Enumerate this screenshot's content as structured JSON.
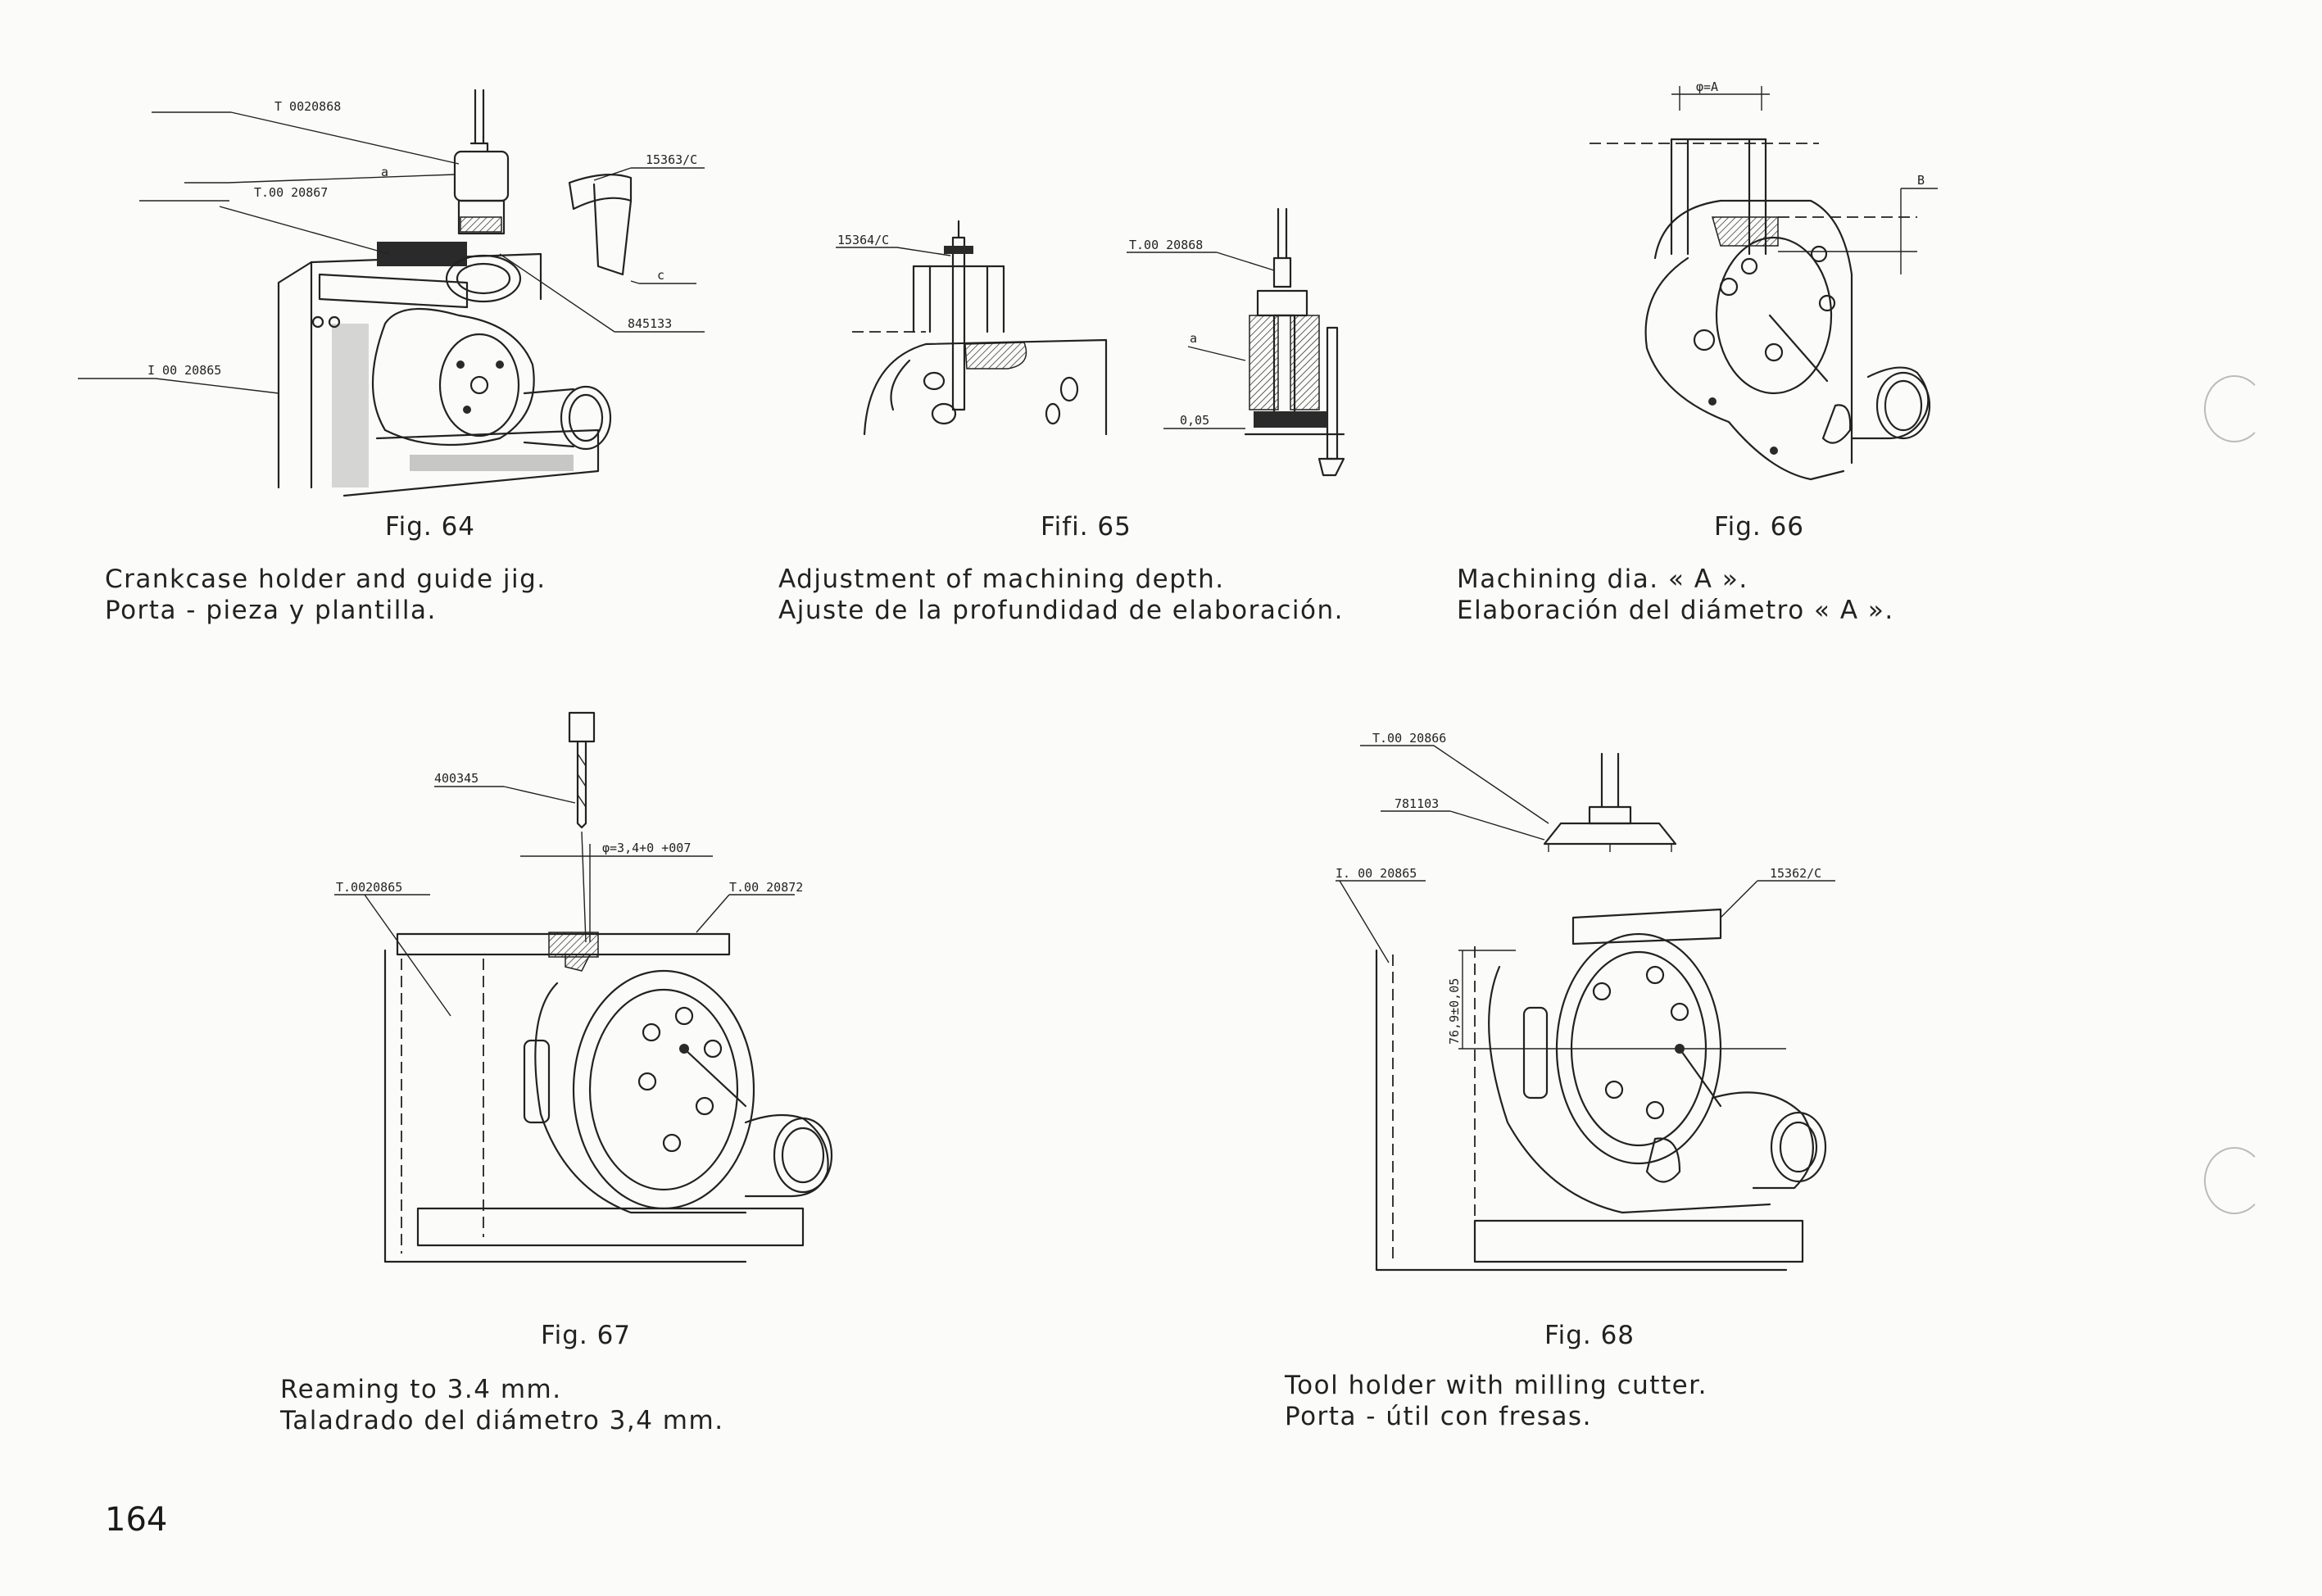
{
  "page_number": "164",
  "figures": [
    {
      "id": "64",
      "fig_label": "Fig. 64",
      "caption_en": "Crankcase holder and guide jig.",
      "caption_es": "Porta - pieza y plantilla.",
      "callouts": [
        "T 0020868",
        "a",
        "T.00 20867",
        "15363/C",
        "c",
        "845133",
        "I 00 20865"
      ]
    },
    {
      "id": "65",
      "fig_label": "Fifi. 65",
      "caption_en": "Adjustment of machining depth.",
      "caption_es": "Ajuste de la profundidad de elaboración.",
      "callouts": [
        "15364/C",
        "T.00 20868",
        "a",
        "0,05"
      ]
    },
    {
      "id": "66",
      "fig_label": "Fig. 66",
      "caption_en": "Machining dia. « A ».",
      "caption_es": "Elaboración del diámetro « A ».",
      "callouts": [
        "φ=A",
        "B"
      ]
    },
    {
      "id": "67",
      "fig_label": "Fig. 67",
      "caption_en": "Reaming to 3.4 mm.",
      "caption_es": "Taladrado del diámetro 3,4 mm.",
      "callouts": [
        "400345",
        "φ=3,4+0 +007",
        "T.0020865",
        "T.00 20872"
      ]
    },
    {
      "id": "68",
      "fig_label": "Fig. 68",
      "caption_en": "Tool holder with milling cutter.",
      "caption_es": "Porta - útil con fresas.",
      "callouts": [
        "T.00 20866",
        "781103",
        "I. 00 20865",
        "15362/C",
        "76,9±0,05"
      ]
    }
  ]
}
